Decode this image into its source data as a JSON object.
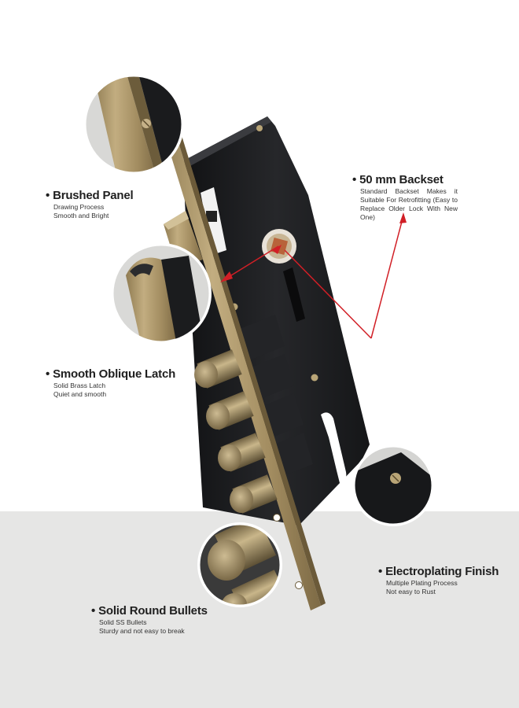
{
  "features": {
    "brushed_panel": {
      "title": "Brushed Panel",
      "lines": [
        "Drawing Process",
        "Smooth and Bright"
      ]
    },
    "backset": {
      "title": "50 mm Backset",
      "description": "Standard Backset Makes it Suitable For Retrofitting (Easy to Replace Older Lock With New One)"
    },
    "oblique_latch": {
      "title": "Smooth Oblique Latch",
      "lines": [
        "Solid Brass Latch",
        "Quiet and smooth"
      ]
    },
    "electroplating": {
      "title": "Electroplating Finish",
      "lines": [
        "Multiple Plating Process",
        "Not easy to Rust"
      ]
    },
    "round_bullets": {
      "title": "Solid Round Bullets",
      "lines": [
        "Solid SS Bullets",
        "Sturdy and not easy to break"
      ]
    }
  },
  "bullet_symbol": "•",
  "colors": {
    "lock_body": "#1b1c1e",
    "brass": "#a99468",
    "arrow": "#d11f26",
    "bottom_band": "#e6e6e5"
  }
}
